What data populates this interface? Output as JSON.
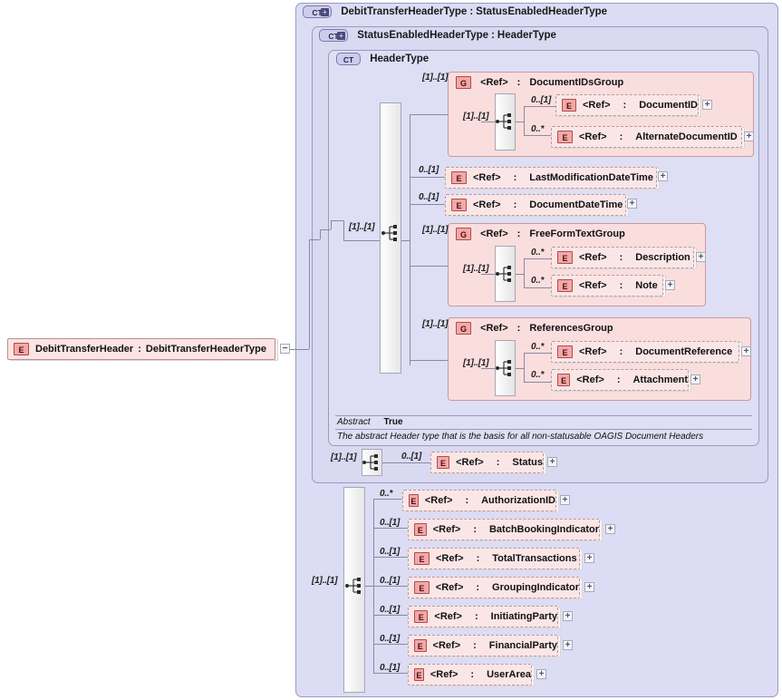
{
  "diagram": {
    "kind": "xsd-schema-diagram",
    "root_element": {
      "badge": "E",
      "name": "DebitTransferHeader",
      "separator": ":",
      "type": "DebitTransferHeaderType",
      "expander": "−"
    },
    "containers": [
      {
        "badge": "CT",
        "has_plus": true,
        "name": "DebitTransferHeaderType",
        "separator": ":",
        "base": "StatusEnabledHeaderType"
      },
      {
        "badge": "CT",
        "has_plus": true,
        "name": "StatusEnabledHeaderType",
        "separator": ":",
        "base": "HeaderType"
      },
      {
        "badge": "CT",
        "has_plus": false,
        "name": "HeaderType",
        "separator": "",
        "base": ""
      }
    ],
    "annotation": {
      "key": "Abstract",
      "value": "True",
      "documentation": "The abstract Header type that is the basis for all non-statusable OAGIS Document Headers"
    },
    "groups": [
      {
        "badge": "G",
        "ref": "<Ref>",
        "separator": ":",
        "name": "DocumentIDsGroup",
        "outer_cardinality": "[1]..[1]",
        "inner_cardinality": "[1]..[1]",
        "children": [
          {
            "badge": "E",
            "ref": "<Ref>",
            "separator": ":",
            "name": "DocumentID",
            "cardinality": "0..[1]",
            "expander": "+"
          },
          {
            "badge": "E",
            "ref": "<Ref>",
            "separator": ":",
            "name": "AlternateDocumentID",
            "cardinality": "0..*",
            "expander": "+"
          }
        ]
      },
      {
        "badge": "G",
        "ref": "<Ref>",
        "separator": ":",
        "name": "FreeFormTextGroup",
        "outer_cardinality": "[1]..[1]",
        "inner_cardinality": "[1]..[1]",
        "children": [
          {
            "badge": "E",
            "ref": "<Ref>",
            "separator": ":",
            "name": "Description",
            "cardinality": "0..*",
            "expander": "+"
          },
          {
            "badge": "E",
            "ref": "<Ref>",
            "separator": ":",
            "name": "Note",
            "cardinality": "0..*",
            "expander": "+"
          }
        ]
      },
      {
        "badge": "G",
        "ref": "<Ref>",
        "separator": ":",
        "name": "ReferencesGroup",
        "outer_cardinality": "[1]..[1]",
        "inner_cardinality": "[1]..[1]",
        "children": [
          {
            "badge": "E",
            "ref": "<Ref>",
            "separator": ":",
            "name": "DocumentReference",
            "cardinality": "0..*",
            "expander": "+"
          },
          {
            "badge": "E",
            "ref": "<Ref>",
            "separator": ":",
            "name": "Attachment",
            "cardinality": "0..*",
            "expander": "+"
          }
        ]
      }
    ],
    "header_elements": [
      {
        "badge": "E",
        "ref": "<Ref>",
        "separator": ":",
        "name": "LastModificationDateTime",
        "cardinality": "0..[1]",
        "expander": "+"
      },
      {
        "badge": "E",
        "ref": "<Ref>",
        "separator": ":",
        "name": "DocumentDateTime",
        "cardinality": "0..[1]",
        "expander": "+"
      }
    ],
    "header_sequence_cardinality": "[1]..[1]",
    "status": {
      "sequence_cardinality": "[1]..[1]",
      "element": {
        "badge": "E",
        "ref": "<Ref>",
        "separator": ":",
        "name": "Status",
        "cardinality": "0..[1]",
        "expander": "+"
      }
    },
    "outer_sequence_cardinality": "[1]..[1]",
    "outer_elements": [
      {
        "badge": "E",
        "ref": "<Ref>",
        "separator": ":",
        "name": "AuthorizationID",
        "cardinality": "0..*",
        "expander": "+"
      },
      {
        "badge": "E",
        "ref": "<Ref>",
        "separator": ":",
        "name": "BatchBookingIndicator",
        "cardinality": "0..[1]",
        "expander": "+"
      },
      {
        "badge": "E",
        "ref": "<Ref>",
        "separator": ":",
        "name": "TotalTransactions",
        "cardinality": "0..[1]",
        "expander": "+"
      },
      {
        "badge": "E",
        "ref": "<Ref>",
        "separator": ":",
        "name": "GroupingIndicator",
        "cardinality": "0..[1]",
        "expander": "+"
      },
      {
        "badge": "E",
        "ref": "<Ref>",
        "separator": ":",
        "name": "InitiatingParty",
        "cardinality": "0..[1]",
        "expander": "+"
      },
      {
        "badge": "E",
        "ref": "<Ref>",
        "separator": ":",
        "name": "FinancialParty",
        "cardinality": "0..[1]",
        "expander": "+"
      },
      {
        "badge": "E",
        "ref": "<Ref>",
        "separator": ":",
        "name": "UserArea",
        "cardinality": "0..[1]",
        "expander": "+"
      }
    ],
    "colors": {
      "container_bg": "#dcdcf4",
      "container_border": "#9a9ac0",
      "group_bg": "#fadede",
      "group_border": "#c99a9a",
      "element_bg": "#fae6e6",
      "element_border": "#b89a9a",
      "badge_element_bg": "#f3a8a8",
      "badge_element_border": "#b24a4a",
      "badge_ct_bg": "#ccccec",
      "line": "#8a8a9e",
      "page_bg": "#ffffff"
    }
  }
}
